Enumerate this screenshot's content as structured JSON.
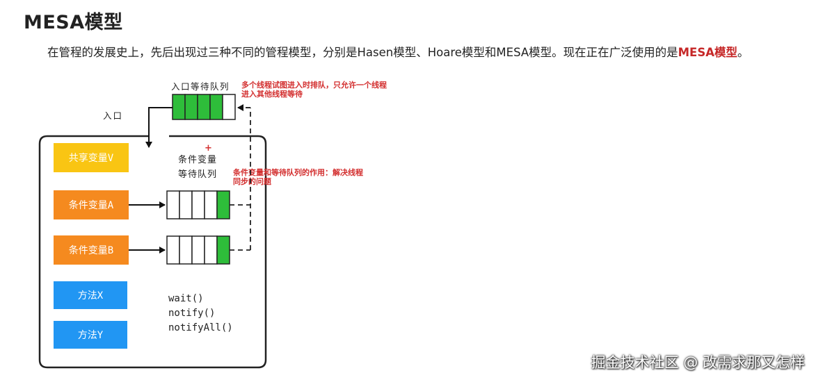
{
  "heading": "MESA模型",
  "intro": {
    "text_before": "在管程的发展史上，先后出现过三种不同的管程模型，分别是Hasen模型、Hoare模型和MESA模型。现在正在广泛使用的是",
    "highlight": "MESA模型",
    "text_after": "。"
  },
  "diagram": {
    "entry_queue_label": "入口等待队列",
    "entry_label": "入口",
    "entry_note_line1": "多个线程试图进入时排队，只允许一个线程",
    "entry_note_line2": "进入其他线程等待",
    "plus": "+",
    "cond_queue_label_line1": "条件变量",
    "cond_queue_label_line2": "等待队列",
    "cond_note_line1": "条件变量和等待队列的作用：解决线程",
    "cond_note_line2": "同步的问题",
    "shared_var": "共享变量V",
    "cond_a": "条件变量A",
    "cond_b": "条件变量B",
    "method_x": "方法X",
    "method_y": "方法Y",
    "wait": "wait()",
    "notify": "notify()",
    "notify_all": "notifyAll()",
    "colors": {
      "yellow": "#f9c513",
      "orange": "#f58a1f",
      "blue": "#2196f3",
      "green": "#2ebd3a",
      "note_red": "#d32f2f"
    }
  },
  "watermark": "掘金技术社区 @ 改需求那又怎样"
}
